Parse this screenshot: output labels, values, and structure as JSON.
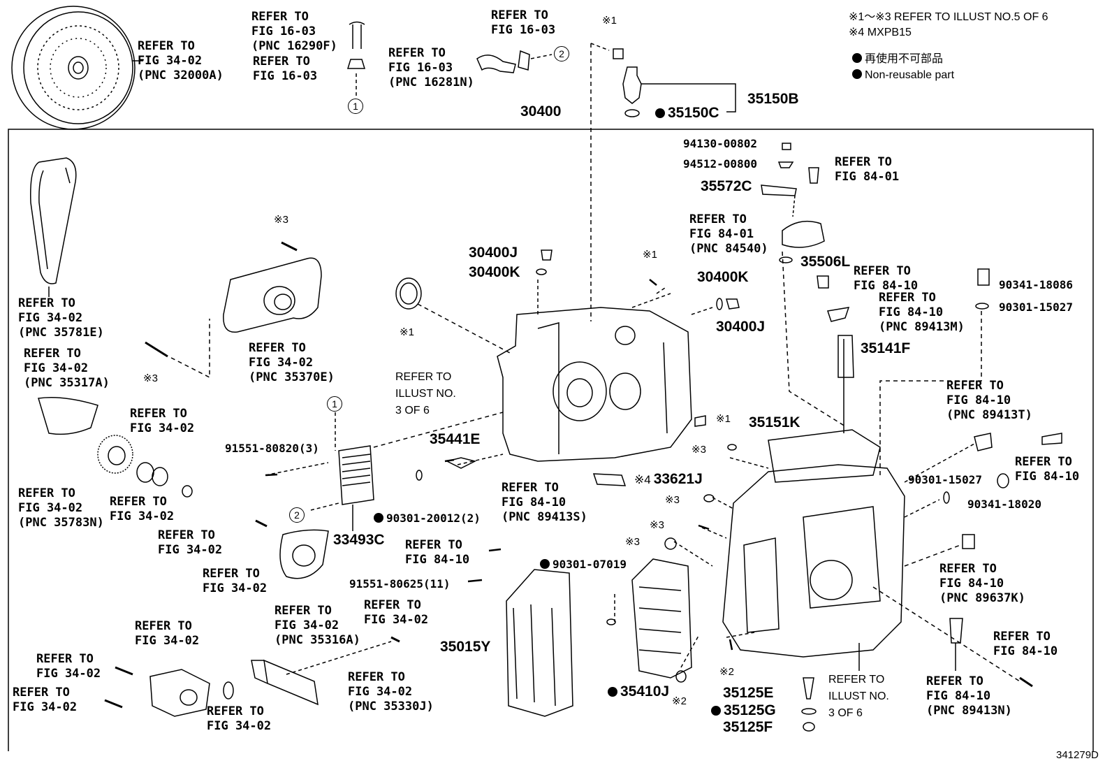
{
  "diagram_id": "341279D",
  "notes": {
    "line1": "※1～※3 REFER TO ILLUST NO.5 OF 6",
    "line2": "※4 MXPB15",
    "legend_jp": "再使用不可部品",
    "legend_en": "Non-reusable part"
  },
  "refs": {
    "r1": "REFER TO\nFIG 34-02\n(PNC 32000A)",
    "r2": "REFER TO\nFIG 16-03\n(PNC 16290F)",
    "r3": "REFER TO\nFIG 16-03",
    "r4": "REFER TO\nFIG 16-03",
    "r5": "REFER TO\nFIG 16-03\n(PNC 16281N)",
    "r6": "REFER TO\nFIG 34-02\n(PNC 35781E)",
    "r7": "REFER TO\nFIG 34-02\n(PNC 35317A)",
    "r8": "REFER TO\nFIG 34-02\n(PNC 35370E)",
    "r9": "REFER TO\nFIG 34-02",
    "r10": "REFER TO\nFIG 34-02\n(PNC 35783N)",
    "r11": "REFER TO\nFIG 34-02",
    "r12": "REFER TO\nFIG 34-02",
    "r13": "REFER TO\nFIG 34-02",
    "r14": "REFER TO\nFIG 34-02\n(PNC 35316A)",
    "r15": "REFER TO\nFIG 34-02",
    "r16": "REFER TO\nFIG 34-02",
    "r17": "REFER TO\nFIG 34-02",
    "r18": "REFER TO\nFIG 34-02",
    "r19": "REFER TO\nFIG 34-02",
    "r20": "REFER TO\nFIG 34-02\n(PNC 35330J)",
    "r21": "REFER TO\nFIG 84-10\n(PNC 89413S)",
    "r22": "REFER TO\nFIG 84-10",
    "r23": "REFER TO\nFIG 84-01",
    "r24": "REFER TO\nFIG 84-01\n(PNC 84540)",
    "r25": "REFER TO\nFIG 84-10",
    "r26": "REFER TO\nFIG 84-10\n(PNC 89413M)",
    "r27": "REFER TO\nFIG 84-10\n(PNC 89413T)",
    "r28": "REFER TO\nFIG 84-10",
    "r29": "REFER TO\nFIG 84-10\n(PNC 89637K)",
    "r30": "REFER TO\nFIG 84-10",
    "r31": "REFER TO\nFIG 84-10\n(PNC 89413N)",
    "ill1": "REFER TO\nILLUST NO.\n3 OF 6",
    "ill2": "REFER TO\nILLUST NO.\n3 OF 6"
  },
  "parts": {
    "p30400": "30400",
    "p35150B": "35150B",
    "p35150C": "35150C",
    "p94130": "94130-00802",
    "p94512": "94512-00800",
    "p35572C": "35572C",
    "p30400J_a": "30400J",
    "p30400K_a": "30400K",
    "p30400K_b": "30400K",
    "p30400J_b": "30400J",
    "p35506L": "35506L",
    "p90341_18086": "90341-18086",
    "p90301_15027a": "90301-15027",
    "p35141F": "35141F",
    "p35441E": "35441E",
    "p91551_80820": "91551-80820(3)",
    "p90301_20012": "90301-20012(2)",
    "p33493C": "33493C",
    "p35151K": "35151K",
    "p33621J": "33621J",
    "p90301_15027b": "90301-15027",
    "p90341_18020": "90341-18020",
    "p90301_07019": "90301-07019",
    "p91551_80625": "91551-80625(11)",
    "p35015Y": "35015Y",
    "p35410J": "35410J",
    "p35125E": "35125E",
    "p35125G": "35125G",
    "p35125F": "35125F"
  },
  "marks": {
    "m1a": "※1",
    "m1b": "※1",
    "m1c": "※1",
    "m1d": "※1",
    "m2a": "※2",
    "m2b": "※2",
    "m3a": "※3",
    "m3b": "※3",
    "m3c": "※3",
    "m3d": "※3",
    "m3e": "※3",
    "m3f": "※3",
    "m4": "※4"
  },
  "callouts": {
    "c1": "1",
    "c2": "2"
  }
}
